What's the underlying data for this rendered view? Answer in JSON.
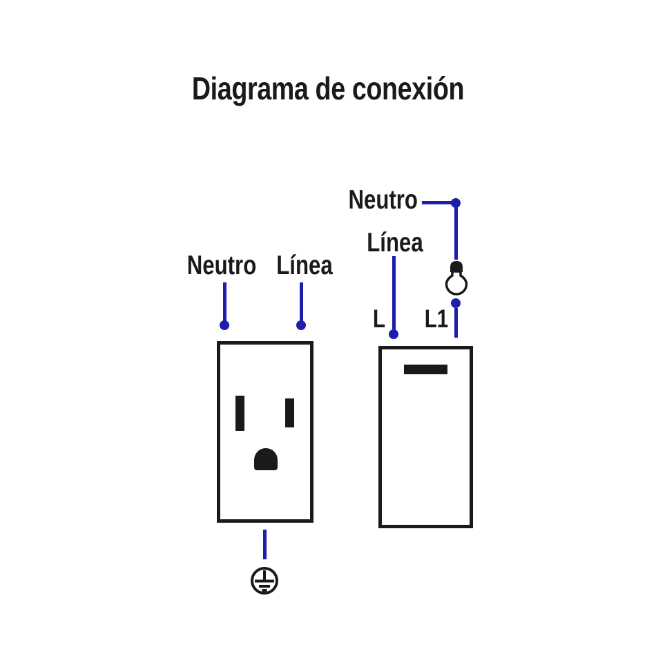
{
  "title": "Diagrama de conexión",
  "colors": {
    "background": "#ffffff",
    "wire_blue": "#1d1fa8",
    "ink_black": "#1a1a1a"
  },
  "outlet_section": {
    "neutro_label": "Neutro",
    "linea_label": "Línea",
    "ground_icon": "protective-earth-ground-symbol"
  },
  "switch_section": {
    "neutro_label": "Neutro",
    "linea_label": "Línea",
    "l_label": "L",
    "l1_label": "L1",
    "bulb_icon": "light-bulb"
  }
}
